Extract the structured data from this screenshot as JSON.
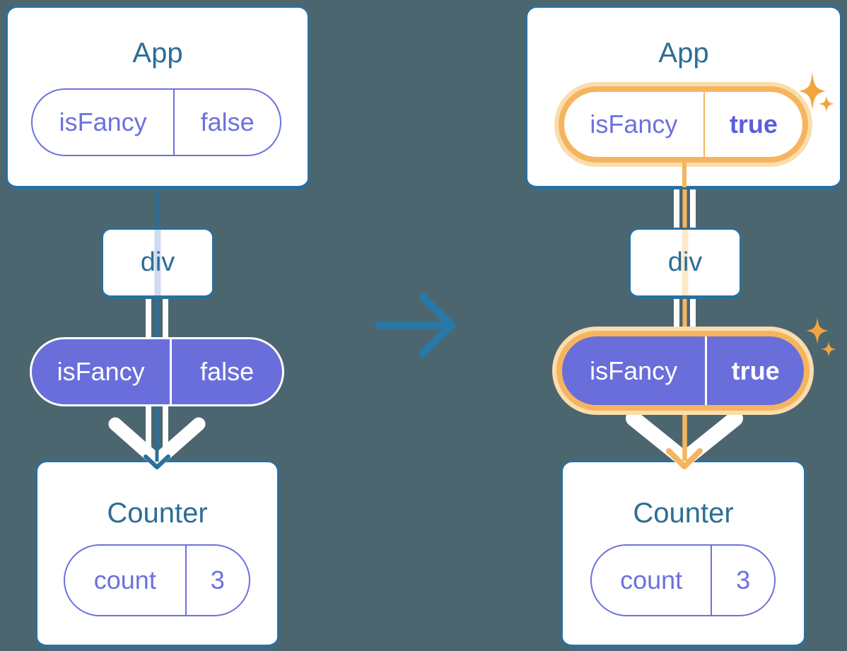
{
  "before": {
    "app": {
      "title": "App",
      "prop": {
        "name": "isFancy",
        "value": "false"
      }
    },
    "container": {
      "label": "div"
    },
    "passed_prop": {
      "name": "isFancy",
      "value": "false"
    },
    "counter": {
      "title": "Counter",
      "state": {
        "name": "count",
        "value": "3"
      }
    }
  },
  "after": {
    "app": {
      "title": "App",
      "prop": {
        "name": "isFancy",
        "value": "true"
      }
    },
    "container": {
      "label": "div"
    },
    "passed_prop": {
      "name": "isFancy",
      "value": "true"
    },
    "counter": {
      "title": "Counter",
      "state": {
        "name": "count",
        "value": "3"
      }
    }
  },
  "icons": {
    "transition": "arrow-right-icon",
    "flow": "arrow-down-icon",
    "highlight": "sparkle-icon"
  },
  "colors": {
    "background": "#4c6670",
    "card_background": "#ffffff",
    "card_border": "#2b6f9b",
    "node_text": "#2d6e96",
    "prop_pill_fill": "#6a6edb",
    "prop_pill_text": "#6d71de",
    "prop_value_bold_text": "#5a5ed8",
    "highlight_border": "#f5b55f",
    "highlight_glow": "#fbddad",
    "sparkle": "#f2a43e",
    "flow_line_inactive": "#2b6f9b",
    "flow_line_active": "#f5b55f",
    "ghost_line_inactive": "#cfd9f1",
    "ghost_line_active": "#fde9c8",
    "transition_arrow": "#2878a8",
    "flow_pipe_white": "#ffffff"
  }
}
